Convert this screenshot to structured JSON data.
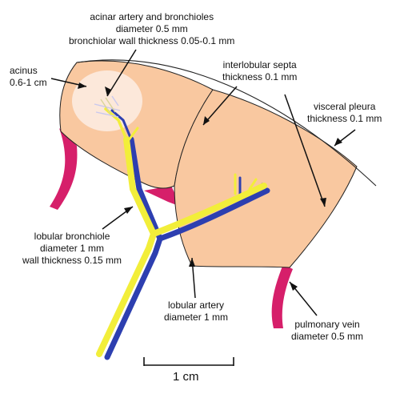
{
  "colors": {
    "lobule": "#f9c8a0",
    "acinus": "#fce8da",
    "bronchiole": "#f2ee3a",
    "artery": "#2d3fb0",
    "vein": "#d61f6a",
    "outline": "#222222"
  },
  "labels": {
    "acinar": [
      "acinar artery and bronchioles",
      "diameter 0.5 mm",
      "bronchiolar wall thickness 0.05-0.1 mm"
    ],
    "acinus": [
      "acinus",
      "0.6-1 cm"
    ],
    "septa": [
      "interlobular septa",
      "thickness 0.1 mm"
    ],
    "pleura": [
      "visceral pleura",
      "thickness 0.1 mm"
    ],
    "bronchiole": [
      "lobular bronchiole",
      "diameter 1 mm",
      "wall thickness 0.15 mm"
    ],
    "artery": [
      "lobular artery",
      "diameter 1 mm"
    ],
    "vein": [
      "pulmonary vein",
      "diameter 0.5 mm"
    ]
  },
  "scale_bar": {
    "label": "1 cm"
  }
}
